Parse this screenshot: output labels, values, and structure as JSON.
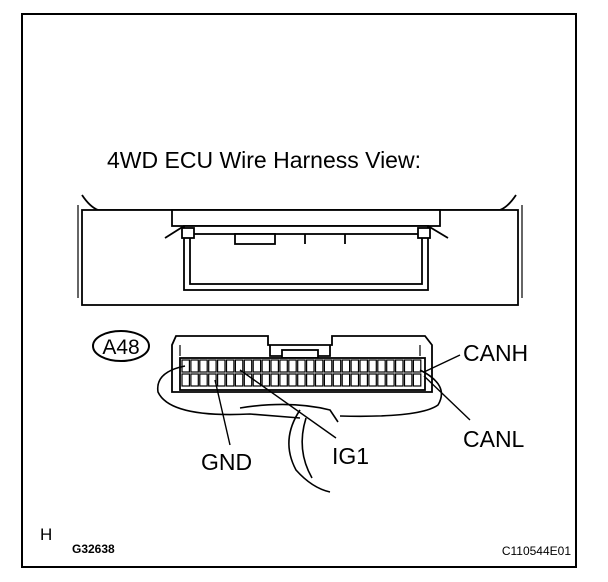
{
  "title": "4WD ECU Wire Harness View:",
  "connector_id": "A48",
  "pins": {
    "canh": "CANH",
    "canl": "CANL",
    "gnd": "GND",
    "ig1": "IG1"
  },
  "footer": {
    "left_letter": "H",
    "left_code": "G32638",
    "right_code": "C110544E01"
  }
}
